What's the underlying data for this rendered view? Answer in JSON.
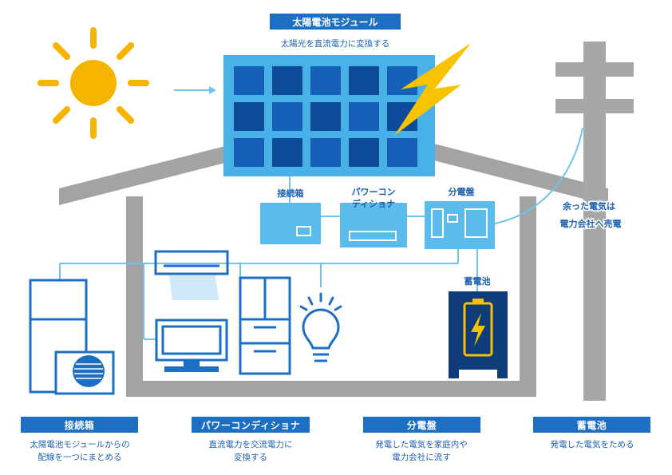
{
  "panel": {
    "title": "太陽電池モジュール",
    "subtitle": "太陽光を直流電力に変換する"
  },
  "labels": {
    "junction_box": "接続箱",
    "power_conditioner_line1": "パワーコン",
    "power_conditioner_line2": "ディショナ",
    "distribution_board": "分電盤",
    "storage_battery": "蓄電池",
    "sell_line1": "余った電気は",
    "sell_line2": "電力会社へ売電"
  },
  "legend": [
    {
      "title": "接続箱",
      "desc_line1": "太陽電池モジュールからの",
      "desc_line2": "配線を一つにまとめる"
    },
    {
      "title": "パワーコンディショナ",
      "desc_line1": "直流電力を交流電力に",
      "desc_line2": "変換する"
    },
    {
      "title": "分電盤",
      "desc_line1": "発電した電気を家庭内や",
      "desc_line2": "電力会社に流す"
    },
    {
      "title": "蓄電池",
      "desc_line1": "発電した電気をためる",
      "desc_line2": ""
    }
  ],
  "colors": {
    "sun": "#f5b400",
    "panel_frame": "#4ab0e8",
    "panel_cell": "#1560b8",
    "panel_cell_dark": "#0d4a99",
    "device_light": "#5bbcec",
    "appliance_blue": "#1d6fc4",
    "house_gray": "#a3a3a3",
    "pole_gray": "#a7a7a7",
    "wire": "#6cc4ee",
    "lightning": "#f7c300",
    "battery_body": "#0f3d7a",
    "legend_bg": "#1d6fc4"
  },
  "icons": [
    "sun-icon",
    "lightning-icon",
    "air-conditioner-icon",
    "refrigerator-icon",
    "tv-icon",
    "light-bulb-icon",
    "heat-pump-icon",
    "battery-icon",
    "utility-pole-icon"
  ]
}
